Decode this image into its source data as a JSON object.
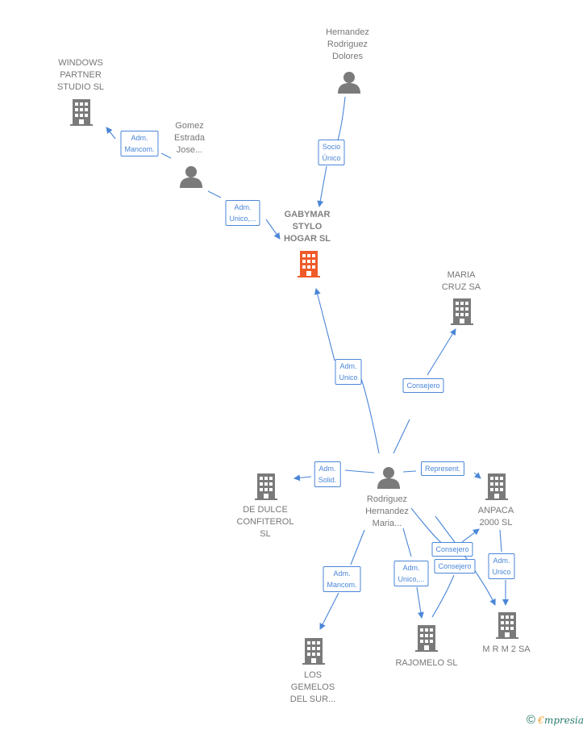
{
  "colors": {
    "company": "#7a7a7a",
    "focus_company": "#f05a28",
    "person": "#7a7a7a",
    "edge": "#4a86d8"
  },
  "nodes": {
    "windows": {
      "label": "WINDOWS\nPARTNER\nSTUDIO  SL",
      "icon": "building-icon"
    },
    "hernandez": {
      "label": "Hernandez\nRodriguez\nDolores",
      "icon": "person-icon"
    },
    "gomez": {
      "label": "Gomez\nEstrada\nJose...",
      "icon": "person-icon"
    },
    "gabymar": {
      "label": "GABYMAR\nSTYLO\nHOGAR  SL",
      "icon": "building-icon"
    },
    "maria_cruz": {
      "label": "MARIA\nCRUZ SA",
      "icon": "building-icon"
    },
    "dedulce": {
      "label": "DE DULCE\nCONFITEROL\nSL",
      "icon": "building-icon"
    },
    "rodriguez": {
      "label": "Rodriguez\nHernandez\nMaria...",
      "icon": "person-icon"
    },
    "anpaca": {
      "label": "ANPACA\n2000 SL",
      "icon": "building-icon"
    },
    "gemelos": {
      "label": "LOS\nGEMELOS\nDEL SUR...",
      "icon": "building-icon"
    },
    "rajomelo": {
      "label": "RAJOMELO  SL",
      "icon": "building-icon"
    },
    "mrm2": {
      "label": "M R M 2 SA",
      "icon": "building-icon"
    }
  },
  "edges": {
    "e1": "Adm.\nMancom.",
    "e2": "Socio\nÚnico",
    "e3": "Adm.\nUnico,...",
    "e4": "Adm.\nUnico",
    "e5": "Consejero",
    "e6": "Adm.\nSolid.",
    "e7": "Represent.",
    "e8": "Consejero",
    "e9": "Consejero",
    "e10": "Adm.\nUnico",
    "e11": "Adm.\nMancom.",
    "e12": "Adm.\nUnico,..."
  },
  "brand": {
    "copyright": "©",
    "e": "€",
    "rest": "mpresia"
  }
}
